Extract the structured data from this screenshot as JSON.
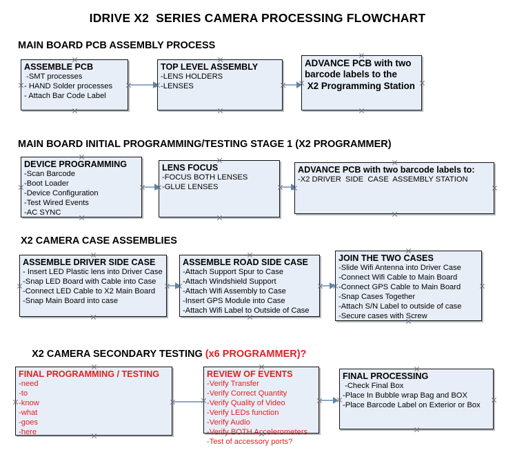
{
  "document": {
    "title": "IDRIVE X2  SERIES CAMERA PROCESSING FLOWCHART"
  },
  "sections": [
    {
      "id": "main-board-pcb-assembly",
      "heading": "MAIN BOARD PCB ASSEMBLY PROCESS",
      "boxes": [
        {
          "id": "assemble-pcb",
          "title": "ASSEMBLE PCB",
          "lines": [
            " -SMT processes",
            "- HAND Solder processes",
            "- Attach Bar Code Label"
          ]
        },
        {
          "id": "top-level-assembly",
          "title": "TOP LEVEL ASSEMBLY",
          "lines": [
            "-LENS HOLDERS",
            "-LENSES"
          ]
        },
        {
          "id": "advance-pcb-x2-programming-station",
          "title": "ADVANCE PCB with two",
          "lines": [
            "barcode labels to the",
            " X2 Programming Station"
          ]
        }
      ]
    },
    {
      "id": "main-board-initial-programming",
      "heading": "MAIN BOARD INITIAL PROGRAMMING/TESTING STAGE 1 (X2 PROGRAMMER)",
      "boxes": [
        {
          "id": "device-programming",
          "title": "DEVICE PROGRAMMING",
          "lines": [
            "-Scan Barcode",
            "-Boot Loader",
            "-Device Configuration",
            "-Test Wired Events",
            "-AC SYNC"
          ]
        },
        {
          "id": "lens-focus",
          "title": "LENS FOCUS",
          "lines": [
            "-FOCUS BOTH LENSES",
            "-GLUE LENSES"
          ]
        },
        {
          "id": "advance-pcb-driver-side-case",
          "title": "ADVANCE PCB with two barcode labels to:",
          "lines": [
            "-X2 DRIVER  SIDE  CASE  ASSEMBLY STATION"
          ]
        }
      ]
    },
    {
      "id": "x2-camera-case-assemblies",
      "heading": "X2 CAMERA CASE ASSEMBLIES",
      "boxes": [
        {
          "id": "assemble-driver-side-case",
          "title": "ASSEMBLE DRIVER SIDE CASE",
          "lines": [
            "- Insert LED Plastic lens into Driver Case",
            "-Snap LED Board with Cable into Case",
            "-Connect LED Cable to X2 Main Board",
            "-Snap Main Board into case"
          ]
        },
        {
          "id": "assemble-road-side-case",
          "title": "ASSEMBLE ROAD SIDE CASE",
          "lines": [
            "-Attach Support Spur to Case",
            "-Attach Windshield Support",
            "-Attach Wifi Assembly to Case",
            "-Insert GPS Module into Case",
            "-Attach Wifi Label to Outside of Case"
          ]
        },
        {
          "id": "join-the-two-cases",
          "title": "JOIN THE TWO CASES",
          "lines": [
            "-Slide Wifi Antenna into Driver Case",
            "-Connect Wifi Cable to Main Board",
            "-Connect GPS Cable to Main Board",
            "-Snap Cases Together",
            "-Attach S/N Label to outside of case",
            "-Secure cases with Screw"
          ]
        }
      ]
    },
    {
      "id": "x2-camera-secondary-testing",
      "heading": "X2 CAMERA SECONDARY TESTING ",
      "heading_red": "(x6 PROGRAMMER)?",
      "boxes": [
        {
          "id": "final-programming-testing",
          "title": "FINAL PROGRAMMING / TESTING",
          "lines": [
            "-need",
            "-to",
            "-know",
            "-what",
            "-goes",
            "-here"
          ]
        },
        {
          "id": "review-of-events",
          "title": "REVIEW OF EVENTS",
          "lines": [
            "-Verify Transfer",
            "-Verify Correct Quantity",
            "-Verify Quality of Video",
            "-Verify LEDs function",
            "-Verify Audio",
            "-Verify BOTH Accelerometers",
            "-Test of accessory ports?"
          ]
        },
        {
          "id": "final-processing",
          "title": "FINAL PROCESSING",
          "lines": [
            " -Check Final Box",
            "-Place In Bubble wrap Bag and BOX",
            "-Place Barcode Label on Exterior or Box"
          ]
        }
      ]
    }
  ],
  "colors": {
    "box_fill": "#e8eef7",
    "box_border": "#111111",
    "connector": "#8fa9c4",
    "accent_red": "#e02020",
    "handle": "#6b6b78"
  }
}
